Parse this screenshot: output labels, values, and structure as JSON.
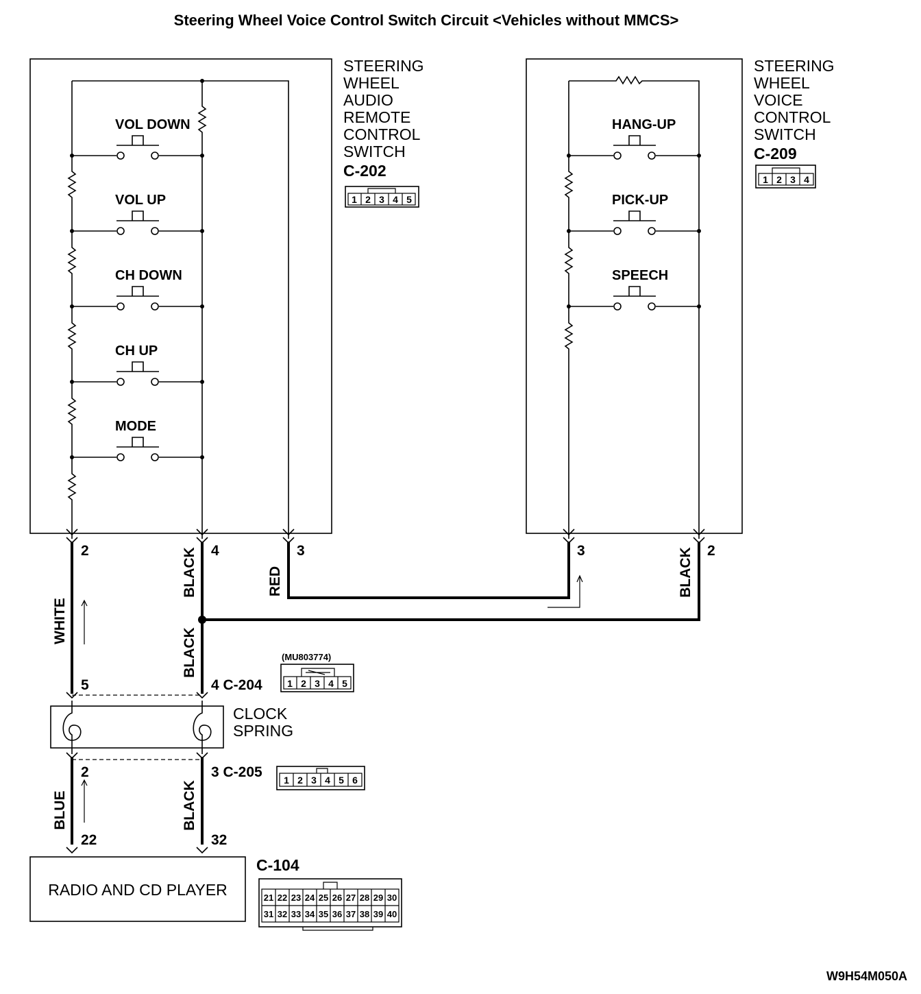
{
  "title": "Steering Wheel Voice Control  Switch Circuit <Vehicles without MMCS>",
  "audio_switch": {
    "name_lines": [
      "STEERING",
      "WHEEL",
      "AUDIO",
      "REMOTE",
      "CONTROL",
      "SWITCH"
    ],
    "connector": "C-202",
    "connector_pins": [
      "1",
      "2",
      "3",
      "4",
      "5"
    ],
    "buttons": [
      "VOL DOWN",
      "VOL UP",
      "CH DOWN",
      "CH UP",
      "MODE"
    ],
    "terminals": [
      "2",
      "4",
      "3"
    ]
  },
  "voice_switch": {
    "name_lines": [
      "STEERING",
      "WHEEL",
      "VOICE",
      "CONTROL",
      "SWITCH"
    ],
    "connector": "C-209",
    "connector_pins": [
      "1",
      "2",
      "3",
      "4"
    ],
    "buttons": [
      "HANG-UP",
      "PICK-UP",
      "SPEECH"
    ],
    "terminals": [
      "3",
      "2"
    ]
  },
  "wires": {
    "white": "WHITE",
    "black": "BLACK",
    "red": "RED",
    "blue": "BLUE"
  },
  "connector_c204": {
    "label": "4 C-204",
    "left_pin": "5",
    "part_number": "(MU803774)",
    "pins": [
      "1",
      "2",
      "3",
      "4",
      "5"
    ]
  },
  "clock_spring": {
    "name_lines": [
      "CLOCK",
      "SPRING"
    ]
  },
  "connector_c205": {
    "label": "3 C-205",
    "left_pin": "2",
    "pins": [
      "1",
      "2",
      "3",
      "4",
      "5",
      "6"
    ]
  },
  "radio": {
    "name": "RADIO AND CD PLAYER",
    "pins": [
      "22",
      "32"
    ],
    "connector": "C-104",
    "connector_row1": [
      "21",
      "22",
      "23",
      "24",
      "25",
      "26",
      "27",
      "28",
      "29",
      "30"
    ],
    "connector_row2": [
      "31",
      "32",
      "33",
      "34",
      "35",
      "36",
      "37",
      "38",
      "39",
      "40"
    ]
  },
  "figure_code": "W9H54M050A"
}
